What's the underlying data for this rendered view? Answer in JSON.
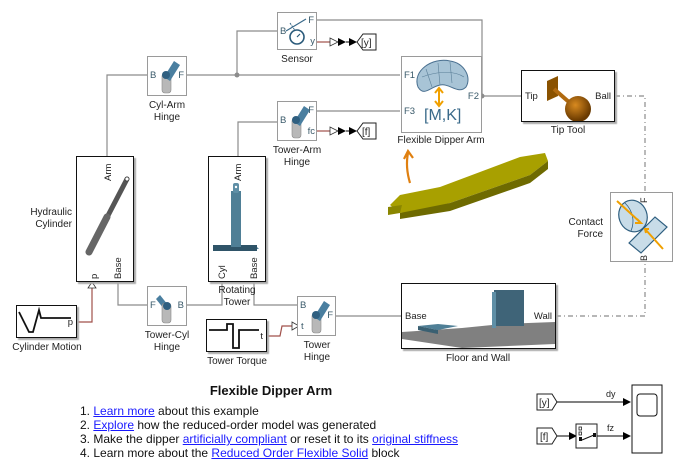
{
  "model_title": "Flexible Dipper Arm",
  "notes": [
    {
      "num": "1.",
      "parts": [
        {
          "type": "link",
          "text": "Learn more"
        },
        {
          "type": "text",
          "text": " about this example"
        }
      ]
    },
    {
      "num": "2.",
      "parts": [
        {
          "type": "link",
          "text": "Explore"
        },
        {
          "type": "text",
          "text": " how the reduced-order model was generated"
        }
      ]
    },
    {
      "num": "3.",
      "parts": [
        {
          "type": "text",
          "text": "Make the dipper "
        },
        {
          "type": "link",
          "text": "artificially compliant"
        },
        {
          "type": "text",
          "text": " or reset it to its "
        },
        {
          "type": "link",
          "text": "original stiffness"
        }
      ]
    },
    {
      "num": "4.",
      "parts": [
        {
          "type": "text",
          "text": "Learn more about the "
        },
        {
          "type": "link",
          "text": "Reduced Order Flexible Solid"
        },
        {
          "type": "text",
          "text": " block"
        }
      ]
    }
  ],
  "blocks": {
    "sensor": {
      "label": "Sensor",
      "ports": {
        "b": "B",
        "f": "F",
        "y": "y"
      },
      "goto_tag": "[y]"
    },
    "cyl_arm_hinge": {
      "label_1": "Cyl-Arm",
      "label_2": "Hinge",
      "ports": {
        "b": "B",
        "f": "F"
      }
    },
    "flexible_dipper_arm": {
      "label": "Flexible Dipper Arm",
      "ports": {
        "f1": "F1",
        "f2": "F2",
        "f3": "F3"
      },
      "icon_text": "[M,K]"
    },
    "tip_tool": {
      "label": "Tip Tool",
      "ports": {
        "tip": "Tip",
        "ball": "Ball"
      }
    },
    "tower_arm_hinge": {
      "label_1": "Tower-Arm",
      "label_2": "Hinge",
      "ports": {
        "b": "B",
        "f": "F",
        "fc": "fc"
      },
      "goto_tag": "[f]"
    },
    "hydraulic_cylinder": {
      "label_1": "Hydraulic",
      "label_2": "Cylinder",
      "ports": {
        "arm": "Arm",
        "p": "p",
        "base": "Base"
      }
    },
    "rotating_tower": {
      "label_1": "Rotating",
      "label_2": "Tower",
      "ports": {
        "arm": "Arm",
        "cyl": "Cyl",
        "base": "Base"
      }
    },
    "contact_force": {
      "label_1": "Contact",
      "label_2": "Force",
      "ports": {
        "f": "F",
        "b": "B"
      }
    },
    "cylinder_motion": {
      "label": "Cylinder Motion",
      "ports": {
        "p": "p"
      }
    },
    "tower_cyl_hinge": {
      "label_1": "Tower-Cyl",
      "label_2": "Hinge",
      "ports": {
        "f": "F",
        "b": "B"
      }
    },
    "tower_torque": {
      "label": "Tower Torque",
      "ports": {
        "t": "t"
      }
    },
    "tower_hinge": {
      "label_1": "Tower",
      "label_2": "Hinge",
      "ports": {
        "b": "B",
        "t": "t",
        "f": "F"
      }
    },
    "floor_and_wall": {
      "label": "Floor and Wall",
      "ports": {
        "base": "Base",
        "wall": "Wall"
      }
    },
    "from_y": {
      "tag": "[y]"
    },
    "from_f": {
      "tag": "[f]"
    },
    "signal_dy": {
      "label": "dy"
    },
    "signal_fz": {
      "label": "fz"
    }
  },
  "colors": {
    "connection": "#8c8c8c",
    "physical_signal": "#a0504a",
    "link": "#1a1aff",
    "joint_blue": "#4a7fa0",
    "tower_blue": "#4f7f96",
    "brass": "#b06a10",
    "olive": "#a8a000",
    "arrow_orange": "#f0a000"
  }
}
